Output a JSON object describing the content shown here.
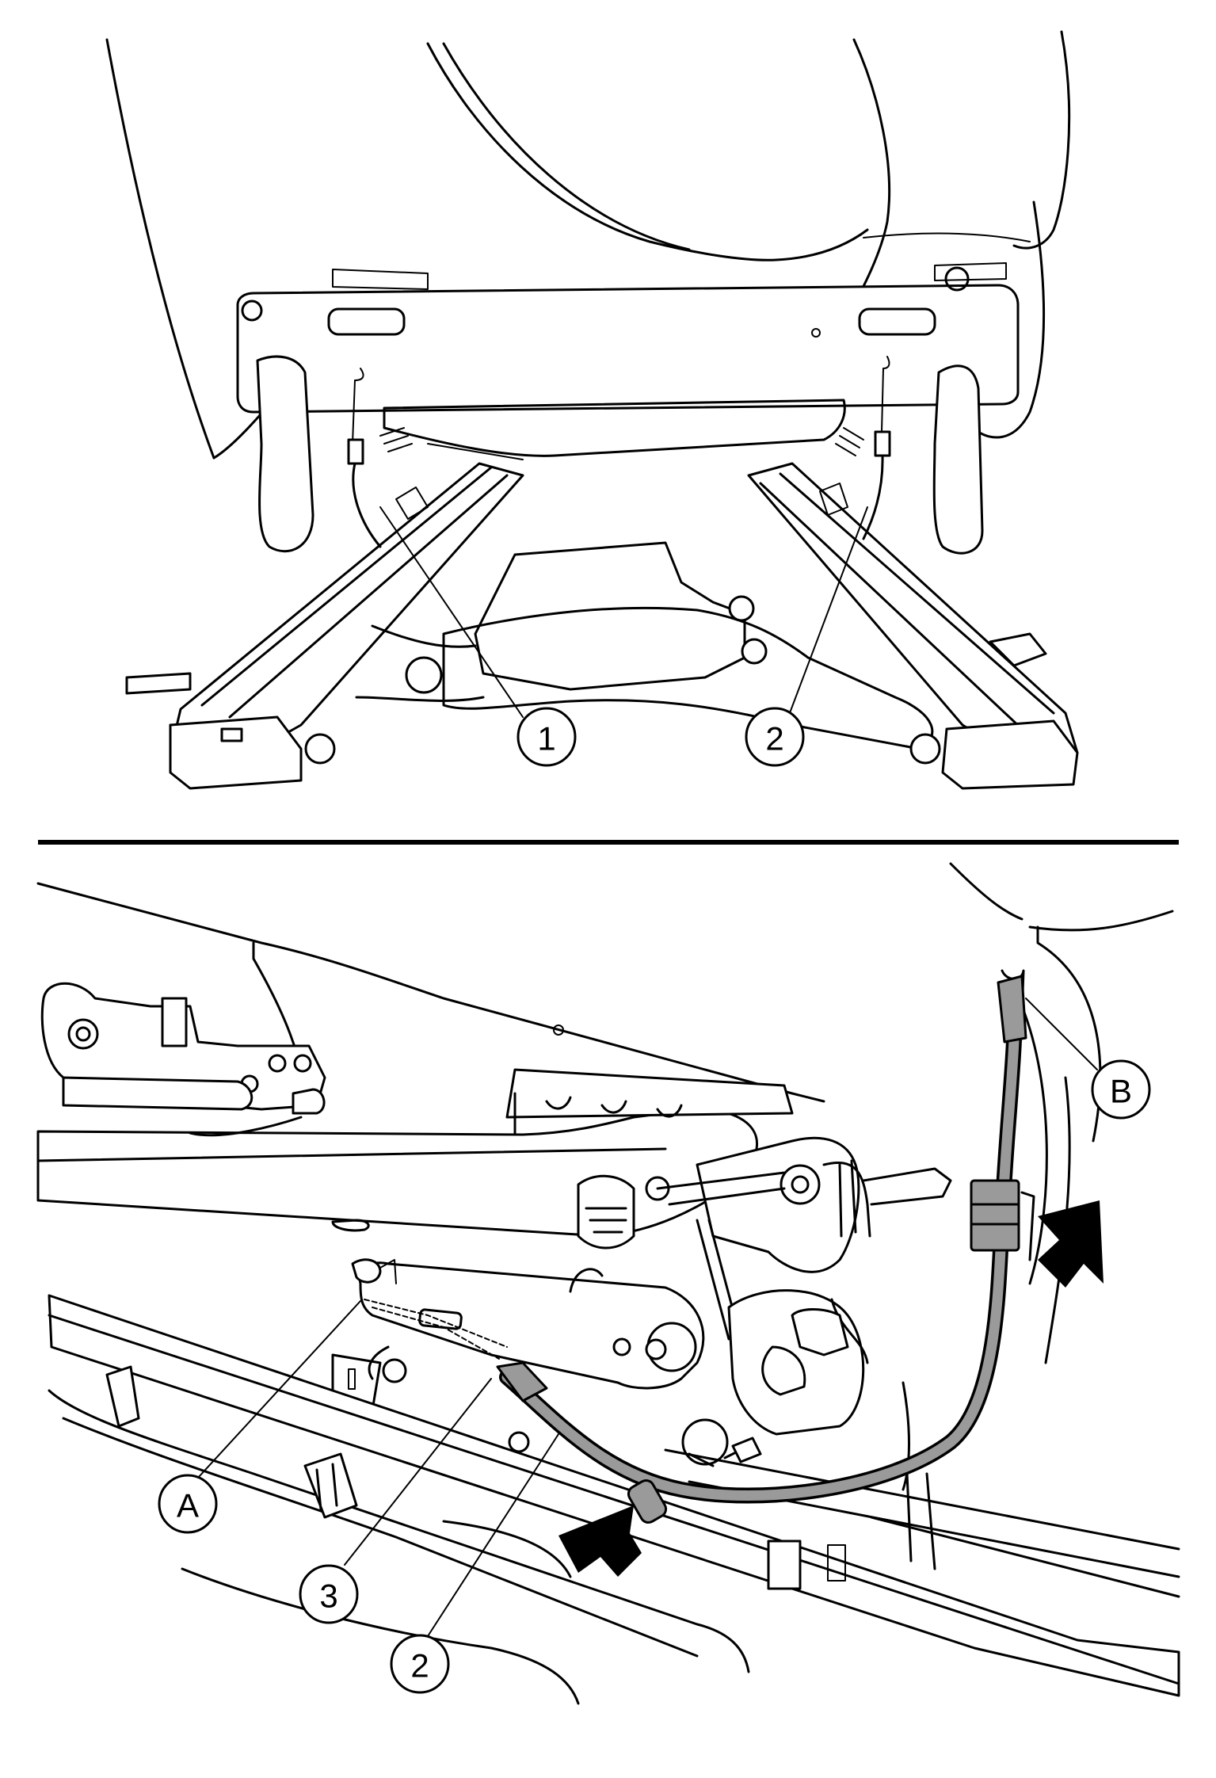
{
  "colors": {
    "line": "#000000",
    "background": "#ffffff",
    "cable_fill": "#9a9a9a"
  },
  "top_view": {
    "callouts": [
      {
        "label": "1"
      },
      {
        "label": "2"
      }
    ]
  },
  "bottom_view": {
    "callouts": [
      {
        "label": "A"
      },
      {
        "label": "B"
      },
      {
        "label": "3"
      },
      {
        "label": "2"
      }
    ],
    "icons": [
      "push-arrow-icon",
      "push-arrow-icon"
    ]
  }
}
